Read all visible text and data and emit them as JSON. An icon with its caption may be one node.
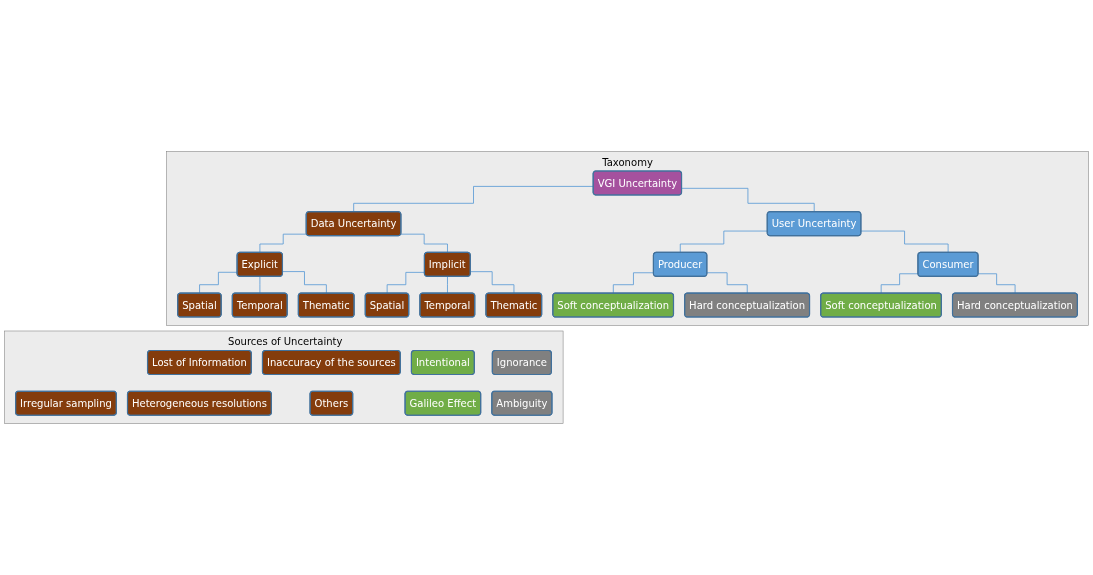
{
  "diagram": {
    "nodes": [
      {
        "text": [
          "Taxonomy"
        ]
      },
      {
        "text": [
          "VGI Uncertainty"
        ],
        "in": 0
      },
      {
        "text": [
          "Data Uncertainty"
        ],
        "in": 0
      },
      {
        "text": [
          "User Uncertainty"
        ],
        "in": 0
      },
      {
        "text": [
          "Explicit"
        ],
        "in": 0
      },
      {
        "text": [
          "Implicit"
        ],
        "in": 0
      },
      {
        "text": [
          "Producer"
        ],
        "in": 0
      },
      {
        "text": [
          "Consumer"
        ],
        "in": 0
      },
      {
        "text": [
          "Spatial"
        ],
        "in": 0
      },
      {
        "text": [
          "Temporal"
        ],
        "in": 0
      },
      {
        "text": [
          "Thematic"
        ],
        "in": 0
      },
      {
        "text": [
          "Spatial"
        ],
        "in": 0
      },
      {
        "text": [
          "Temporal"
        ],
        "in": 0
      },
      {
        "text": [
          "Thematic"
        ],
        "in": 0
      },
      {
        "text": [
          "Soft conceptualization"
        ],
        "in": 0
      },
      {
        "text": [
          "Hard conceptualization"
        ],
        "in": 0
      },
      {
        "text": [
          "Soft conceptualization"
        ],
        "in": 0
      },
      {
        "text": [
          "Hard conceptualization"
        ],
        "in": 0
      },
      {
        "text": [
          "Sources of Uncertainty"
        ]
      },
      {
        "text": [
          "Lost of Information"
        ],
        "in": 18
      },
      {
        "text": [
          "Inaccuracy of the sources"
        ],
        "in": 18
      },
      {
        "text": [
          "Irregular sampling"
        ],
        "in": 18
      },
      {
        "text": [
          "Heterogeneous resolutions"
        ],
        "in": 18
      },
      {
        "text": [
          "Others"
        ],
        "in": 18
      },
      {
        "text": [
          "Intentional"
        ],
        "in": 18
      },
      {
        "text": [
          "Ignorance"
        ],
        "in": 18
      },
      {
        "text": [
          "Galileo Effect"
        ],
        "in": 18
      },
      {
        "text": [
          "Ambiguity"
        ],
        "in": 18
      }
    ],
    "edges": [
      {
        "from": 1,
        "to": 2,
        "arrow": "none"
      },
      {
        "from": 1,
        "to": 3,
        "arrow": "none"
      },
      {
        "from": 2,
        "to": 4,
        "arrow": "none"
      },
      {
        "from": 2,
        "to": 5,
        "arrow": "none"
      },
      {
        "from": 3,
        "to": 6,
        "arrow": "none"
      },
      {
        "from": 3,
        "to": 7,
        "arrow": "none"
      },
      {
        "from": 4,
        "to": 8,
        "arrow": "none"
      },
      {
        "from": 4,
        "to": 9,
        "arrow": "none"
      },
      {
        "from": 4,
        "to": 10,
        "arrow": "none"
      },
      {
        "from": 5,
        "to": 11,
        "arrow": "none"
      },
      {
        "from": 5,
        "to": 12,
        "arrow": "none"
      },
      {
        "from": 5,
        "to": 13,
        "arrow": "none"
      },
      {
        "from": 6,
        "to": 14,
        "arrow": "none"
      },
      {
        "from": 6,
        "to": 15,
        "arrow": "none"
      },
      {
        "from": 7,
        "to": 16,
        "arrow": "none"
      },
      {
        "from": 7,
        "to": 17,
        "arrow": "none"
      }
    ]
  }
}
